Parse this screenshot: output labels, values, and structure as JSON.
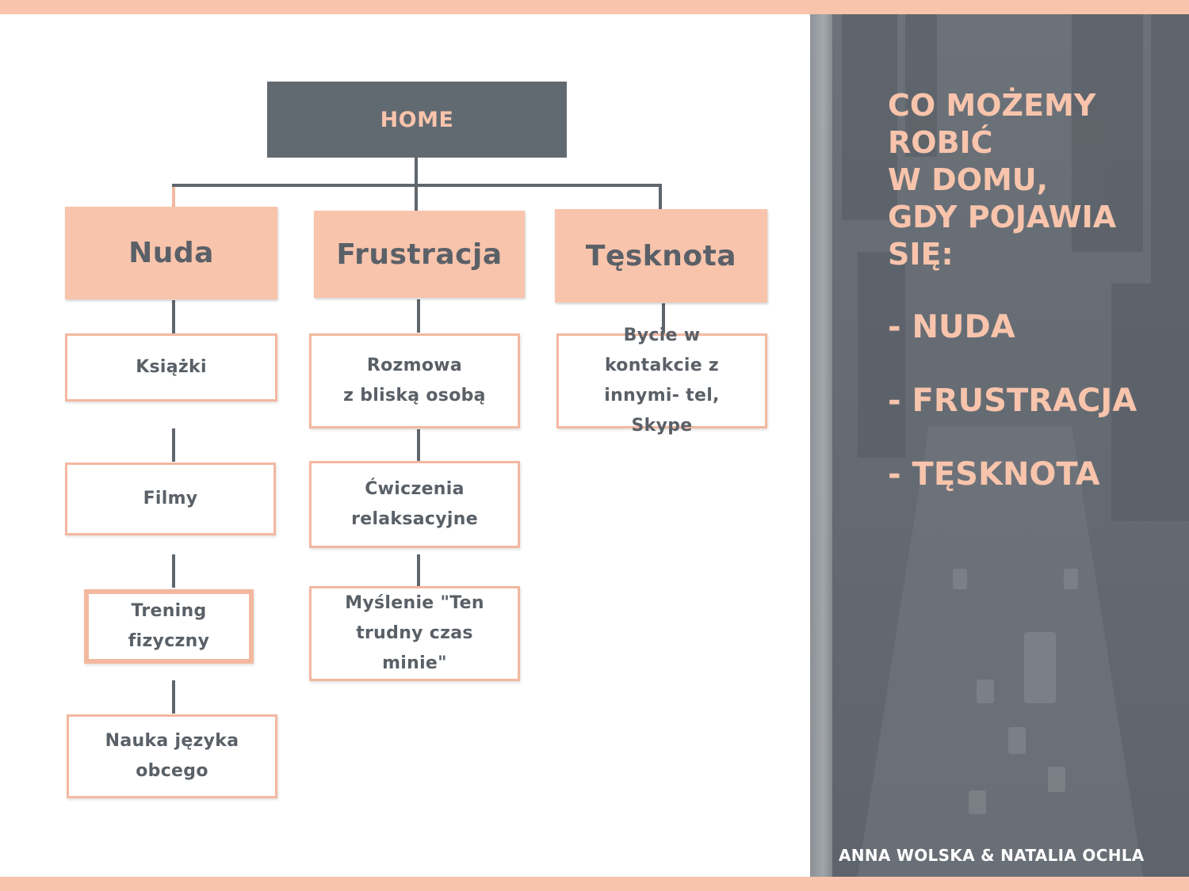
{
  "diagram": {
    "root": "HOME",
    "categories": [
      {
        "label": "Nuda",
        "items": [
          "Książki",
          "Filmy",
          "Trening\nfizyczny",
          "Nauka języka\nobcego"
        ]
      },
      {
        "label": "Frustracja",
        "items": [
          "Rozmowa\nz bliską osobą",
          "Ćwiczenia\nrelaksacyjne",
          "Myślenie \"Ten\ntrudny czas\nminie\""
        ]
      },
      {
        "label": "Tęsknota",
        "items": [
          "Bycie w\nkontakcie z\ninnymi- tel,\nSkype"
        ]
      }
    ]
  },
  "panel": {
    "title": "CO MOŻEMY\nROBIĆ\n W DOMU,\nGDY POJAWIA\nSIĘ:",
    "items": [
      "- NUDA",
      "- FRUSTRACJA",
      "- TĘSKNOTA"
    ],
    "footer": "ANNA WOLSKA & NATALIA OCHLA"
  },
  "colors": {
    "accent": "#f8c4ac",
    "dark": "#626a71",
    "text": "#5a6067"
  }
}
